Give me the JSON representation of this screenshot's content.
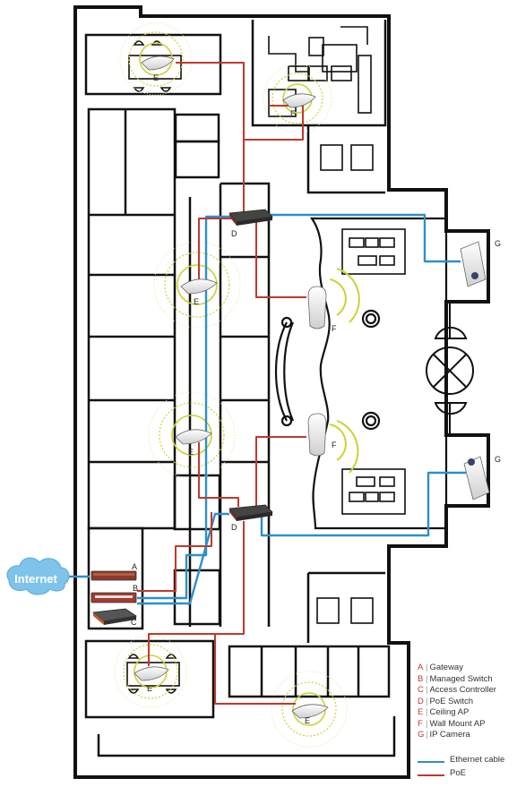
{
  "cloud": {
    "label": "Internet"
  },
  "device_labels": {
    "gateway": "A",
    "managed_switch": "B",
    "access_controller": "C",
    "poe_switch": "D",
    "ceiling_ap": "E",
    "wall_ap": "F",
    "camera": "G"
  },
  "legend": {
    "items": [
      {
        "letter": "A",
        "text": "Gateway"
      },
      {
        "letter": "B",
        "text": "Managed Switch"
      },
      {
        "letter": "C",
        "text": "Access Controller"
      },
      {
        "letter": "D",
        "text": "PoE Switch"
      },
      {
        "letter": "E",
        "text": "Ceiling AP"
      },
      {
        "letter": "F",
        "text": "Wall Mount AP"
      },
      {
        "letter": "G",
        "text": "IP Camera"
      }
    ],
    "lines": [
      {
        "label": "Ethernet cable",
        "color": "#2e8fc9"
      },
      {
        "label": "PoE",
        "color": "#c0392b"
      }
    ]
  },
  "colors": {
    "wall": "#111111",
    "ethernet": "#2e8fc9",
    "poe": "#c0392b",
    "wifi_ring": "#c9d431",
    "cloud": "#7ec3ea"
  }
}
